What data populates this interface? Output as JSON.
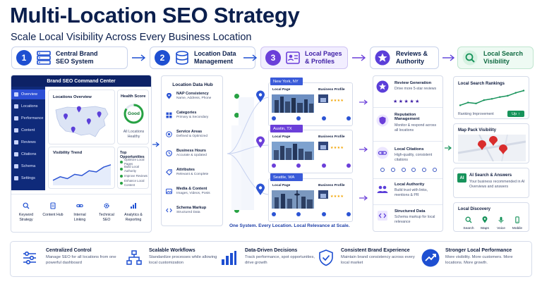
{
  "header": {
    "title": "Multi-Location SEO Strategy",
    "subtitle": "Scale Local Visibility Across Every Business Location"
  },
  "steps": [
    {
      "num": "1",
      "label": "Central Brand SEO System",
      "color": "#1e4fd1"
    },
    {
      "num": "2",
      "label": "Location Data Management",
      "color": "#1e4fd1"
    },
    {
      "num": "3",
      "label": "Local Pages & Profiles",
      "color": "#6b3fd9"
    },
    {
      "num": "",
      "label": "Reviews & Authority",
      "color": "#5b3fd9"
    },
    {
      "num": "",
      "label": "Local Search Visibility",
      "color": "#17935b"
    }
  ],
  "command_center": {
    "title": "Brand SEO Command Center",
    "nav": [
      "Overview",
      "Locations",
      "Performance",
      "Content",
      "Reviews",
      "Citations",
      "Schema",
      "Settings"
    ],
    "locations_overview": "Locations Overview",
    "health_score": "Health Score",
    "health_value": "Good",
    "health_caption": "All Locations Healthy",
    "visibility_trend": "Visibility Trend",
    "top_opportunities": "Top Opportunities",
    "opportunities": [
      "Optimize Local Pages",
      "Build Local Authority",
      "Improve Reviews",
      "Enhance Local Content"
    ],
    "tools": [
      {
        "label": "Keyword Strategy",
        "icon": "magnifier-icon"
      },
      {
        "label": "Content Hub",
        "icon": "document-icon"
      },
      {
        "label": "Internal Linking",
        "icon": "link-icon"
      },
      {
        "label": "Technical SEO",
        "icon": "gear-icon"
      },
      {
        "label": "Analytics & Reporting",
        "icon": "bar-chart-icon"
      }
    ],
    "map_points": [
      [
        0.22,
        0.38
      ],
      [
        0.45,
        0.2
      ],
      [
        0.62,
        0.5
      ],
      [
        0.8,
        0.33
      ],
      [
        0.35,
        0.7
      ]
    ],
    "trend": [
      0.15,
      0.3,
      0.22,
      0.4,
      0.35,
      0.55,
      0.5,
      0.7,
      0.8
    ]
  },
  "data_hub": {
    "title": "Location Data Hub",
    "rows": [
      {
        "title": "NAP Consistency",
        "desc": "Name, Address, Phone",
        "icon": "pin-icon"
      },
      {
        "title": "Categories",
        "desc": "Primary & Secondary",
        "icon": "grid-icon"
      },
      {
        "title": "Service Areas",
        "desc": "Defined & Optimized",
        "icon": "target-icon"
      },
      {
        "title": "Business Hours",
        "desc": "Accurate & Updated",
        "icon": "clock-icon"
      },
      {
        "title": "Attributes",
        "desc": "Relevant & Complete",
        "icon": "tag-icon"
      },
      {
        "title": "Media & Content",
        "desc": "Images, Videos, Posts",
        "icon": "image-icon"
      },
      {
        "title": "Schema Markup",
        "desc": "Structured Data",
        "icon": "code-icon"
      }
    ]
  },
  "cities": [
    {
      "name": "New York, NY",
      "page": "Local Page",
      "profile": "Business Profile"
    },
    {
      "name": "Austin, TX",
      "page": "Local Page",
      "profile": "Business Profile"
    },
    {
      "name": "Seattle, WA",
      "page": "Local Page",
      "profile": "Business Profile"
    }
  ],
  "tagline": "One System. Every Location. Local Relevance at Scale.",
  "reviews": [
    {
      "title": "Review Generation",
      "desc": "Drive more 5-star reviews",
      "icon": "star-badge-icon"
    },
    {
      "title": "Reputation Management",
      "desc": "Monitor & respond across all locations",
      "icon": "shield-icon"
    },
    {
      "title": "Local Citations",
      "desc": "High-quality, consistent citations",
      "icon": "link-icon"
    },
    {
      "title": "Local Authority",
      "desc": "Build trust with links, mentions & PR",
      "icon": "people-icon"
    },
    {
      "title": "Structured Data",
      "desc": "Schema markup for local relevance",
      "icon": "code-icon"
    }
  ],
  "visibility": {
    "rankings_title": "Local Search Rankings",
    "rankings_caption": "Ranking Improvement",
    "rankings_badge": "Up",
    "rank_series": [
      0.1,
      0.25,
      0.2,
      0.38,
      0.45,
      0.55,
      0.62,
      0.78,
      0.9
    ],
    "map_pack_title": "Map Pack Visibility",
    "ai_title": "AI Search & Answers",
    "ai_badge": "AI",
    "ai_desc": "Your business recommended in AI Overviews and answers",
    "discovery_title": "Local Discovery",
    "discovery_items": [
      {
        "label": "Search",
        "icon": "magnifier-icon"
      },
      {
        "label": "Maps",
        "icon": "map-icon"
      },
      {
        "label": "Voice",
        "icon": "mic-icon"
      },
      {
        "label": "Mobile",
        "icon": "phone-icon"
      }
    ]
  },
  "benefits": [
    {
      "title": "Centralized Control",
      "desc": "Manage SEO for all locations from one powerful dashboard",
      "icon": "sliders-icon"
    },
    {
      "title": "Scalable Workflows",
      "desc": "Standardize processes while allowing local customization",
      "icon": "workflow-icon"
    },
    {
      "title": "Data-Driven Decisions",
      "desc": "Track performance, spot opportunities, drive growth",
      "icon": "bar-chart-icon"
    },
    {
      "title": "Consistent Brand Experience",
      "desc": "Maintain brand consistency across every local market",
      "icon": "shield-check-icon"
    },
    {
      "title": "Stronger Local Performance",
      "desc": "More visibility. More customers. More locations. More growth.",
      "icon": "growth-icon"
    }
  ],
  "colors": {
    "primary": "#1e4fd1",
    "purple": "#6b3fd9",
    "green": "#17935b",
    "navy": "#0b1f4d"
  }
}
